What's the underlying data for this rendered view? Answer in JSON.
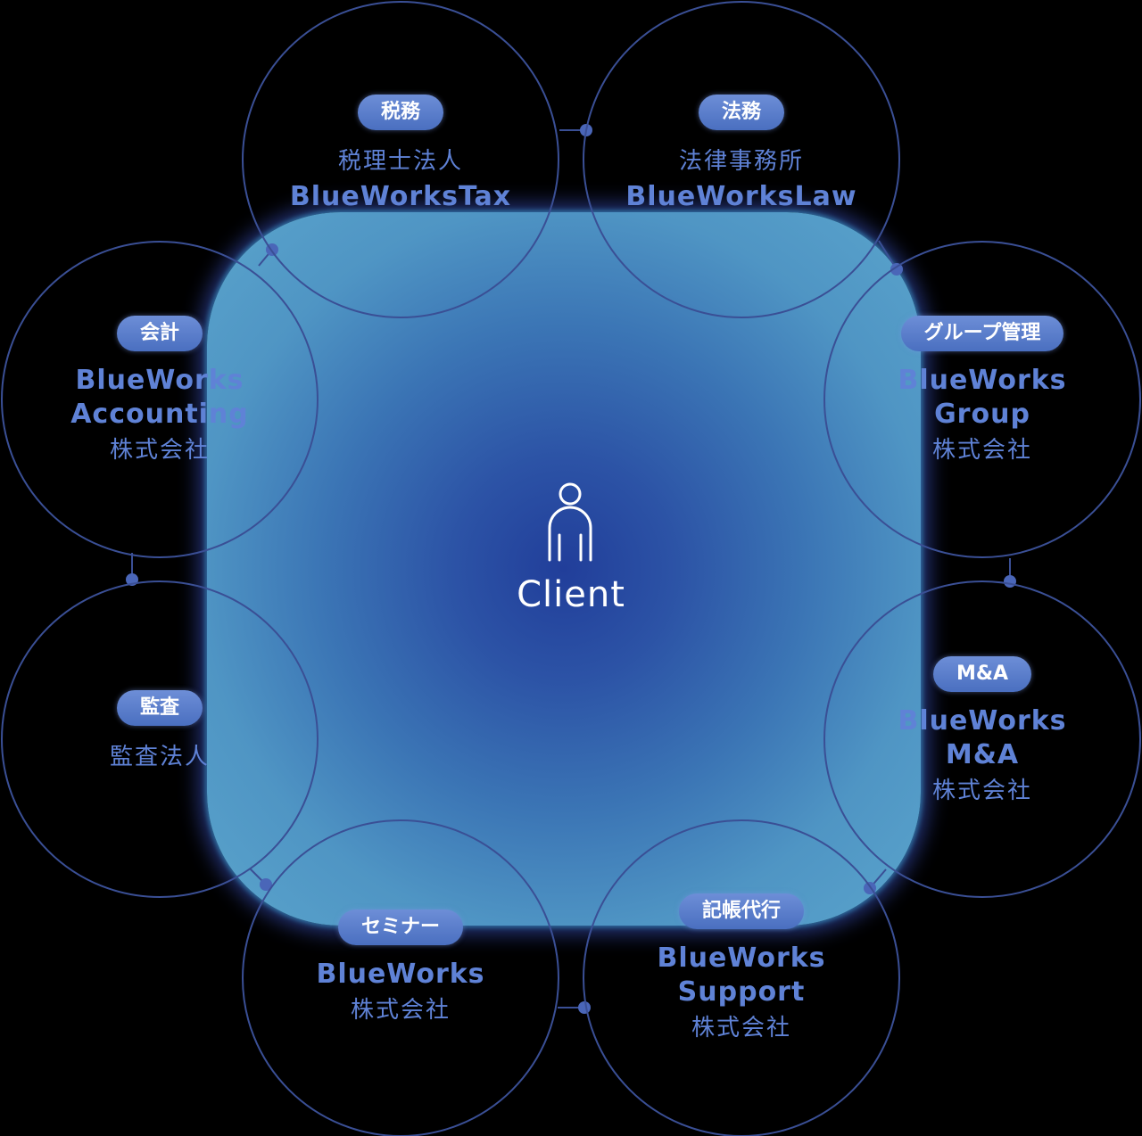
{
  "hub": {
    "label": "Client",
    "icon": "person-icon"
  },
  "colors": {
    "ring": "#3a4f95",
    "dot": "#4a66b8",
    "pill": "#5a7fcd",
    "text": "#5f82d6"
  },
  "nodes": [
    {
      "id": "tax",
      "tag": "税務",
      "lines": [
        "税理士法人",
        "BlueWorksTax"
      ]
    },
    {
      "id": "law",
      "tag": "法務",
      "lines": [
        "法律事務所",
        "BlueWorksLaw"
      ]
    },
    {
      "id": "group",
      "tag": "グループ管理",
      "lines": [
        "BlueWorks",
        "Group",
        "株式会社"
      ]
    },
    {
      "id": "ma",
      "tag": "M&A",
      "lines": [
        "BlueWorks",
        "M&A",
        "株式会社"
      ]
    },
    {
      "id": "support",
      "tag": "記帳代行",
      "lines": [
        "BlueWorks",
        "Support",
        "株式会社"
      ]
    },
    {
      "id": "seminar",
      "tag": "セミナー",
      "lines": [
        "BlueWorks",
        "株式会社"
      ]
    },
    {
      "id": "audit",
      "tag": "監査",
      "lines": [
        "監査法人"
      ]
    },
    {
      "id": "accounting",
      "tag": "会計",
      "lines": [
        "BlueWorks",
        "Accounting",
        "株式会社"
      ]
    }
  ]
}
